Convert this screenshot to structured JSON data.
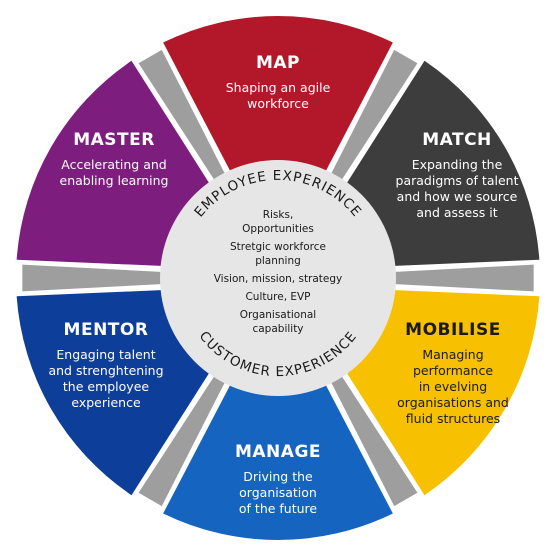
{
  "segments": [
    {
      "id": "map",
      "title": "MAP",
      "lines": [
        "Shaping an agile",
        "workforce"
      ],
      "color": "#b3182a",
      "text": "light"
    },
    {
      "id": "match",
      "title": "MATCH",
      "lines": [
        "Expanding the",
        "paradigms of talent",
        "and how we source",
        "and assess it"
      ],
      "color": "#3d3d3d",
      "text": "light"
    },
    {
      "id": "mobilise",
      "title": "MOBILISE",
      "lines": [
        "Managing",
        "performance",
        "in evelving",
        "organisations and",
        "fluid structures"
      ],
      "color": "#f7c000",
      "text": "dark"
    },
    {
      "id": "manage",
      "title": "MANAGE",
      "lines": [
        "Driving the",
        "organisation",
        "of the future"
      ],
      "color": "#1565c0",
      "text": "light"
    },
    {
      "id": "mentor",
      "title": "MENTOR",
      "lines": [
        "Engaging talent",
        "and strenghtening",
        "the employee",
        "experience"
      ],
      "color": "#0d3e9a",
      "text": "light"
    },
    {
      "id": "master",
      "title": "MASTER",
      "lines": [
        "Accelerating and",
        "enabling learning"
      ],
      "color": "#7d1d7e",
      "text": "light"
    }
  ],
  "ring": {
    "top": "EMPLOYEE EXPERIENCE",
    "bottom": "CUSTOMER EXPERIENCE"
  },
  "center": {
    "items": [
      [
        "Risks,",
        "Opportunities"
      ],
      [
        "Stretgic workforce",
        "planning"
      ],
      [
        "Vision, mission, strategy"
      ],
      [
        "Culture, EVP"
      ],
      [
        "Organisational",
        "capability"
      ]
    ]
  },
  "colors": {
    "divider": "#9e9e9e",
    "hub": "#e6e6e6",
    "background": "#ffffff"
  }
}
